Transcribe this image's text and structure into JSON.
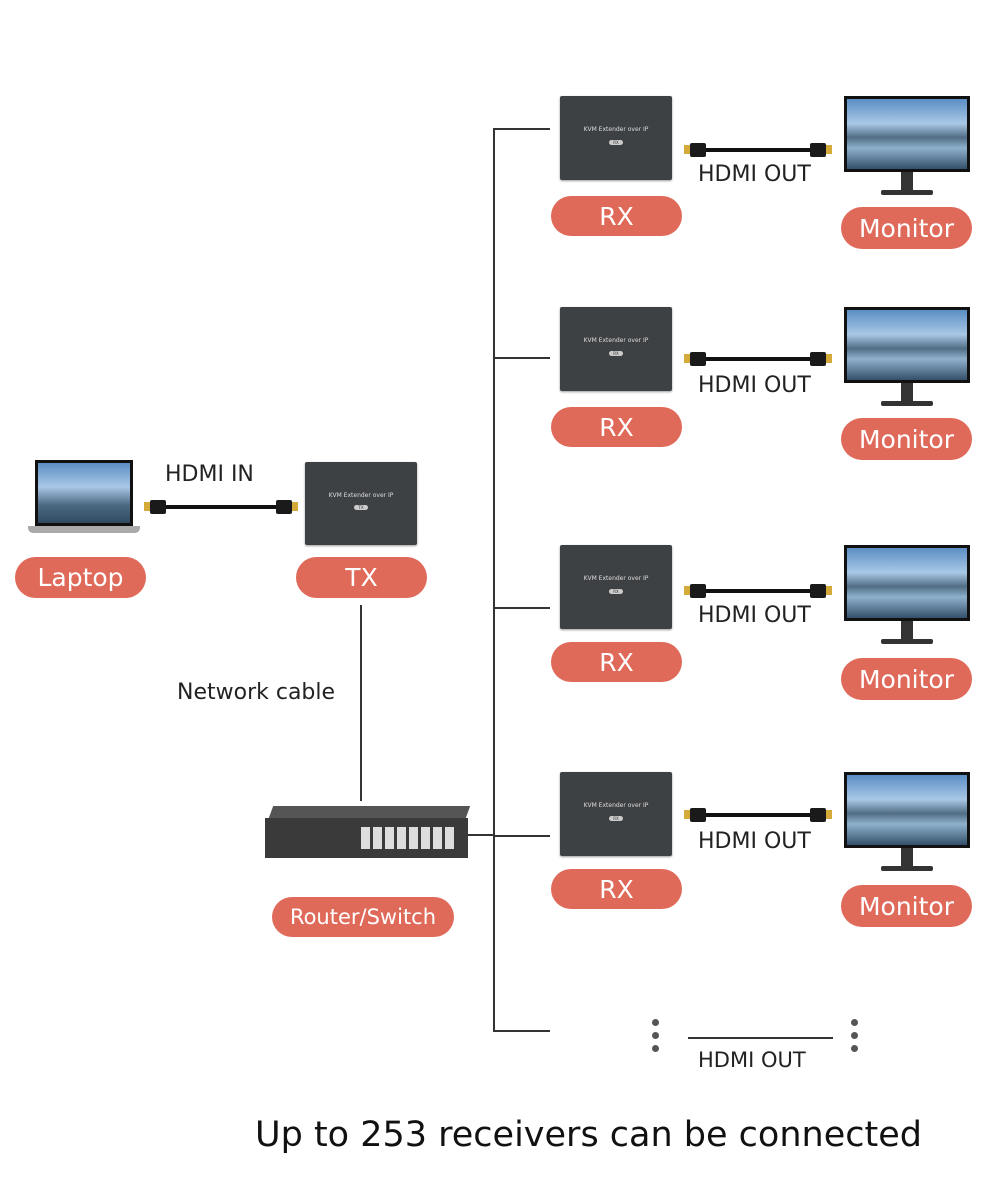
{
  "laptop": {
    "label": "Laptop"
  },
  "hdmi_in": "HDMI IN",
  "tx": {
    "label": "TX",
    "device_text": "KVM Extender over IP",
    "badge": "TX"
  },
  "network_cable": "Network cable",
  "router": {
    "label": "Router/Switch"
  },
  "receivers": [
    {
      "label": "RX",
      "device_text": "KVM Extender over IP",
      "badge": "RX",
      "cable": "HDMI OUT",
      "display": "Monitor"
    },
    {
      "label": "RX",
      "device_text": "KVM Extender over IP",
      "badge": "RX",
      "cable": "HDMI OUT",
      "display": "Monitor"
    },
    {
      "label": "RX",
      "device_text": "KVM Extender over IP",
      "badge": "RX",
      "cable": "HDMI OUT",
      "display": "Monitor"
    },
    {
      "label": "RX",
      "device_text": "KVM Extender over IP",
      "badge": "RX",
      "cable": "HDMI OUT",
      "display": "Monitor"
    }
  ],
  "more": {
    "cable": "HDMI OUT"
  },
  "footer": "Up to 253 receivers can be connected",
  "colors": {
    "pill": "#e06a5a",
    "device": "#3e4144",
    "line": "#333333"
  }
}
